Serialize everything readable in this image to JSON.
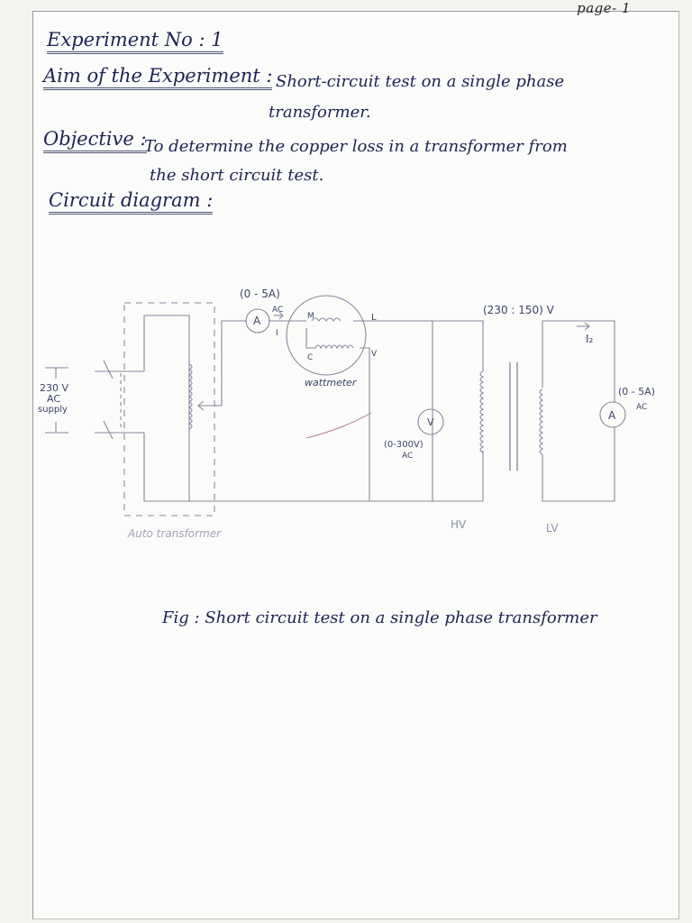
{
  "page_label": "page- 1",
  "experiment_title": "Experiment No : 1",
  "aim": {
    "label": "Aim of the Experiment :",
    "line1": "Short-circuit test on a single phase",
    "line2": "transformer."
  },
  "objective": {
    "label": "Objective :",
    "line1": "To determine the copper loss in a transformer from",
    "line2": "the short circuit test."
  },
  "circuit_heading": "Circuit diagram :",
  "circuit": {
    "supply": [
      "230 V",
      "AC",
      "supply"
    ],
    "ammeter_primary_range": "(0 - 5A)",
    "ammeter_primary_ac": "AC",
    "ammeter_symbol": "A",
    "wattmeter_terminal_m": "M",
    "wattmeter_terminal_l": "L",
    "wattmeter_terminal_c": "C",
    "wattmeter_terminal_v": "V",
    "wattmeter_terminal_i": "I",
    "wattmeter_label": "wattmeter",
    "voltmeter_symbol": "V",
    "voltmeter_range": "(0-300V)",
    "voltmeter_ac": "AC",
    "transformer_ratio": "(230 : 150) V",
    "current_secondary": "I₂",
    "ammeter_secondary_range": "(0 - 5A)",
    "ammeter_secondary_ac": "AC",
    "hv_label": "HV",
    "lv_label": "LV",
    "auto_transformer_label": "Auto transformer"
  },
  "figure_caption": "Fig : Short circuit test on a single phase transformer"
}
